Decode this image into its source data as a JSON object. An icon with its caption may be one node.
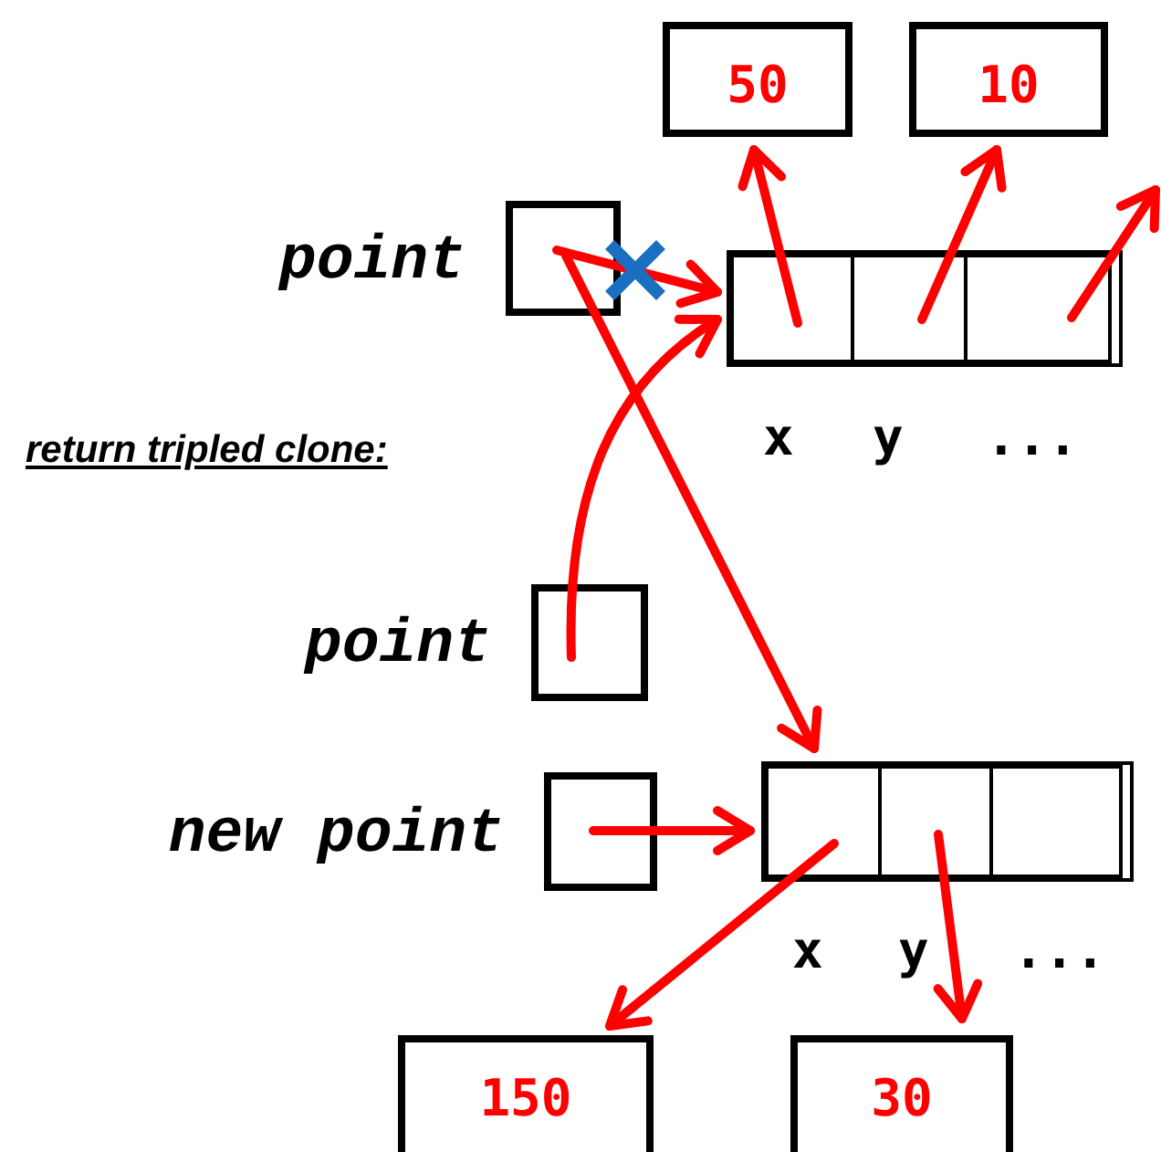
{
  "diagram": {
    "nodes": [
      {
        "text": [
          "point"
        ]
      },
      {
        "text": [],
        "shape": "box"
      },
      {
        "text": [],
        "shape": "box",
        "in": 1
      },
      {
        "text": [],
        "shape": "box",
        "in": 1
      },
      {
        "text": [],
        "shape": "box",
        "in": 1
      },
      {
        "text": [
          "50"
        ]
      },
      {
        "text": [
          "10"
        ]
      },
      {
        "text": [
          "point"
        ]
      },
      {
        "text": [
          "new point"
        ]
      },
      {
        "text": [],
        "shape": "box"
      },
      {
        "text": [],
        "shape": "box",
        "in": 9
      },
      {
        "text": [],
        "shape": "box",
        "in": 9
      },
      {
        "text": [],
        "shape": "box",
        "in": 9
      },
      {
        "text": [
          "150"
        ]
      },
      {
        "text": [
          "30"
        ]
      }
    ],
    "edges": [
      {
        "from": 0,
        "to": 1,
        "arrow": "to"
      },
      {
        "from": 0,
        "to": 9,
        "arrow": "to"
      },
      {
        "from": 7,
        "to": 1,
        "arrow": "to"
      },
      {
        "from": 8,
        "to": 9,
        "arrow": "to"
      },
      {
        "from": 2,
        "to": 5,
        "arrow": "to"
      },
      {
        "from": 3,
        "to": 6,
        "arrow": "to"
      },
      {
        "from": 4,
        "to": null,
        "arrow": "to"
      },
      {
        "from": 10,
        "to": 13,
        "arrow": "to"
      },
      {
        "from": 11,
        "to": 14,
        "arrow": "to"
      }
    ],
    "labels": [
      "return tripled clone:",
      "x",
      "y",
      "...",
      "x",
      "y",
      "..."
    ]
  }
}
